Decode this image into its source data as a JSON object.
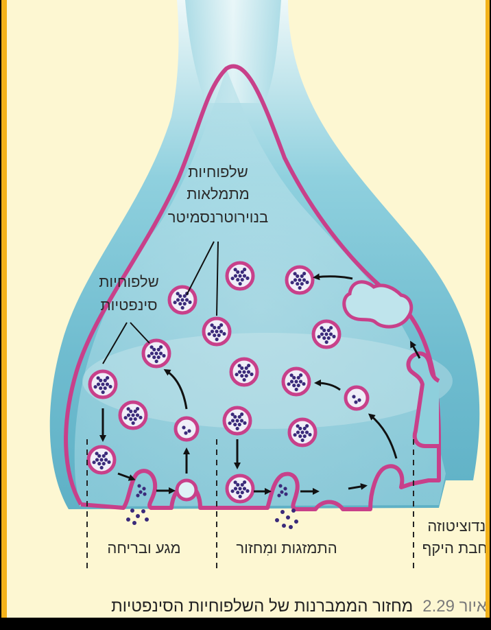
{
  "diagram": {
    "labels": {
      "filled_vesicles": [
        "שלפוחיות",
        "מתמלאות",
        "בנוירוטרנסמיטר"
      ],
      "synaptic_vesicles": [
        "שלפוחיות",
        "סינפטיות"
      ],
      "kiss_and_run": "מגע ובריחה",
      "fusion_and_recycle": "התמזגות ומִחזור",
      "endocytosis": [
        "אנדוציטוזה",
        "רחבת היקף"
      ]
    },
    "colors": {
      "membrane": "#c8408a",
      "vesicle_fill": "#f0eef8",
      "transmitter": "#3a2a7a",
      "terminal": "#8ecfdc",
      "background": "#fdf7d2"
    }
  },
  "caption": {
    "figure_label": "איור 2.29",
    "title": "מחזור הממברנות של השלפוחיות הסינפטיות"
  }
}
